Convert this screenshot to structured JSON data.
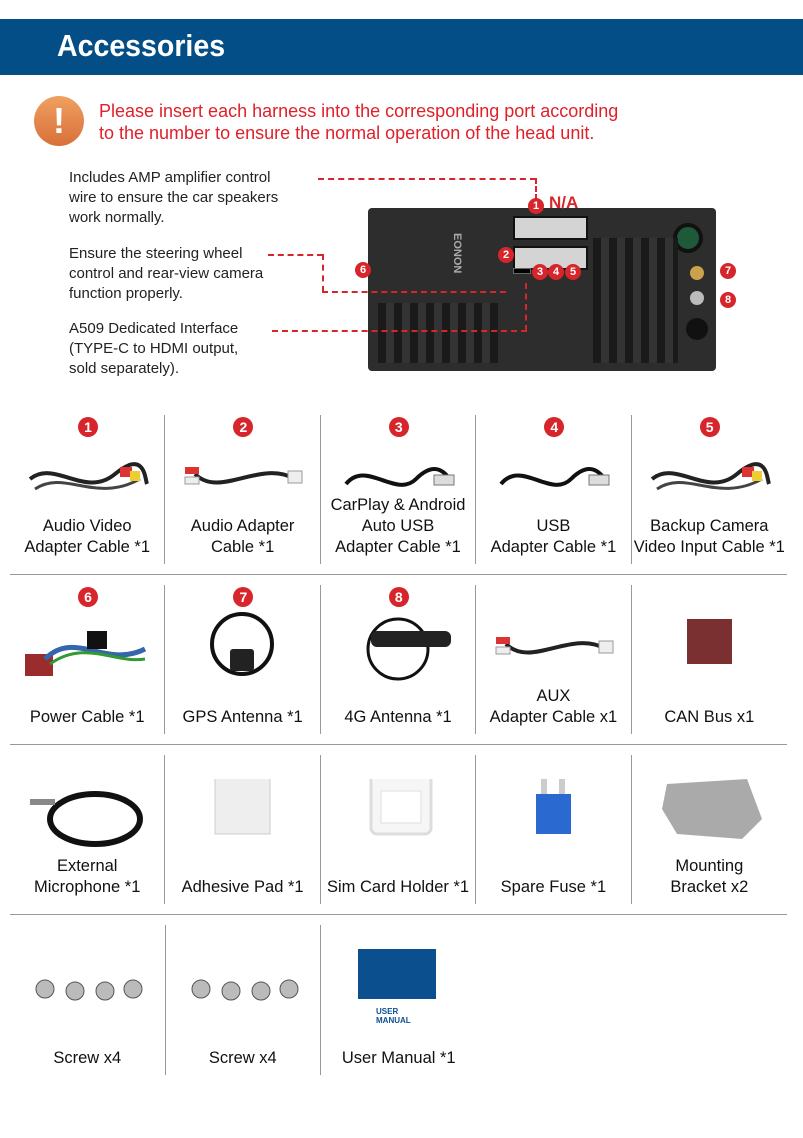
{
  "header": {
    "title": "Accessories"
  },
  "warning": {
    "text": "Please insert each harness into the corresponding port according\nto the number to ensure the normal operation of the head unit."
  },
  "notes": [
    "Includes AMP amplifier control\nwire to ensure the car speakers\nwork normally.",
    "Ensure the steering wheel\ncontrol and rear-view camera\nfunction properly.",
    "A509 Dedicated Interface\n(TYPE-C to HDMI output,\nsold separately)."
  ],
  "diagram": {
    "brand": "EONON",
    "na_label": "N/A",
    "port_numbers": [
      "1",
      "2",
      "3",
      "4",
      "5",
      "6",
      "7",
      "8"
    ]
  },
  "accessories": [
    [
      {
        "num": "1",
        "label": "Audio Video\nAdapter Cable *1",
        "icon": "cable"
      },
      {
        "num": "2",
        "label": "Audio Adapter\nCable *1",
        "icon": "rca-cable"
      },
      {
        "num": "3",
        "label": "CarPlay & Android\nAuto USB\nAdapter Cable *1",
        "icon": "usb-cable"
      },
      {
        "num": "4",
        "label": "USB\nAdapter Cable *1",
        "icon": "usb-cable"
      },
      {
        "num": "5",
        "label": "Backup Camera\nVideo Input Cable *1",
        "icon": "cable"
      }
    ],
    [
      {
        "num": "6",
        "label": "Power Cable *1",
        "icon": "harness"
      },
      {
        "num": "7",
        "label": "GPS Antenna *1",
        "icon": "gps"
      },
      {
        "num": "8",
        "label": "4G Antenna *1",
        "icon": "antenna"
      },
      {
        "num": "",
        "label": "AUX\nAdapter Cable x1",
        "icon": "rca-cable"
      },
      {
        "num": "",
        "label": "CAN Bus x1",
        "icon": "canbus"
      }
    ],
    [
      {
        "num": "",
        "label": "External\nMicrophone *1",
        "icon": "mic"
      },
      {
        "num": "",
        "label": "Adhesive Pad *1",
        "icon": "pad"
      },
      {
        "num": "",
        "label": "Sim Card Holder *1",
        "icon": "sim"
      },
      {
        "num": "",
        "label": "Spare Fuse *1",
        "icon": "fuse"
      },
      {
        "num": "",
        "label": "Mounting\nBracket x2",
        "icon": "bracket"
      }
    ],
    [
      {
        "num": "",
        "label": "Screw x4",
        "icon": "screw"
      },
      {
        "num": "",
        "label": "Screw x4",
        "icon": "screw"
      },
      {
        "num": "",
        "label": "User Manual *1",
        "icon": "manual",
        "manual_title": "USER\nMANUAL"
      }
    ]
  ],
  "colors": {
    "banner": "#034e87",
    "accent": "#d7262b"
  }
}
